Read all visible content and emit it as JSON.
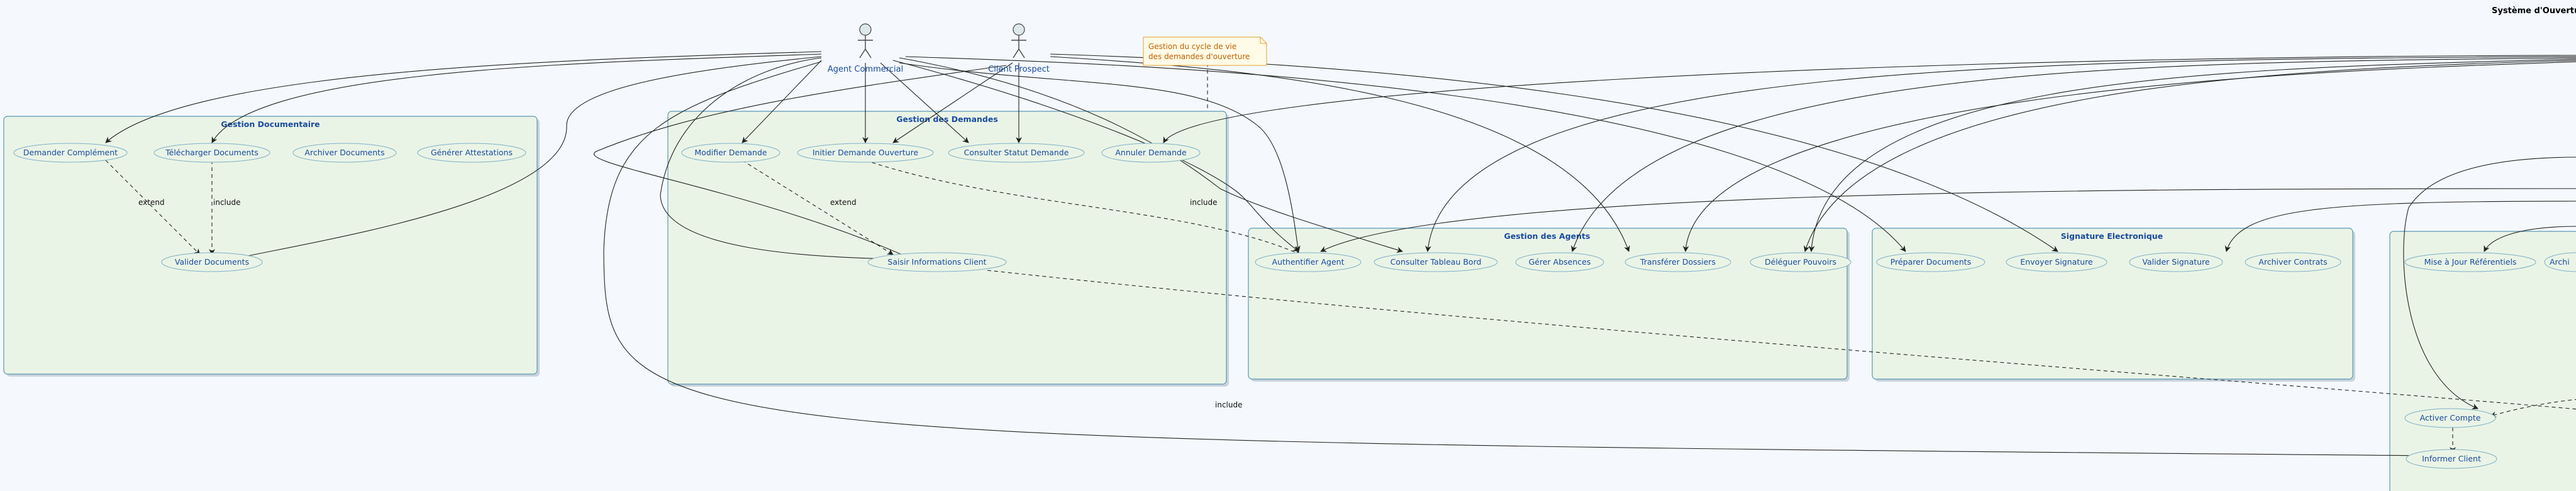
{
  "title": "Système d'Ouvertu",
  "actors": {
    "agent": "Agent Commercial",
    "client": "Client Prospect"
  },
  "note": {
    "line1": "Gestion du cycle de vie",
    "line2": "des demandes d'ouverture"
  },
  "packages": {
    "documentaire": {
      "title": "Gestion Documentaire",
      "usecases": [
        "Demander Complément",
        "Télécharger Documents",
        "Archiver Documents",
        "Générer Attestations",
        "Valider Documents"
      ]
    },
    "demandes": {
      "title": "Gestion des Demandes",
      "usecases": [
        "Modifier Demande",
        "Initier Demande Ouverture",
        "Consulter Statut Demande",
        "Annuler Demande",
        "Saisir Informations Client"
      ]
    },
    "agents": {
      "title": "Gestion des Agents",
      "usecases": [
        "Authentifier Agent",
        "Consulter Tableau Bord",
        "Gérer Absences",
        "Transférer Dossiers",
        "Déléguer Pouvoirs"
      ]
    },
    "signature": {
      "title": "Signature Electronique",
      "usecases": [
        "Préparer Documents",
        "Envoyer Signature",
        "Valider Signature",
        "Archiver Contrats"
      ]
    },
    "cutoff": {
      "usecases": [
        "Mise à Jour Référentiels",
        "Archi",
        "Activer Compte",
        "Informer Client"
      ]
    }
  },
  "relations": {
    "extend": "extend",
    "include": "include"
  }
}
